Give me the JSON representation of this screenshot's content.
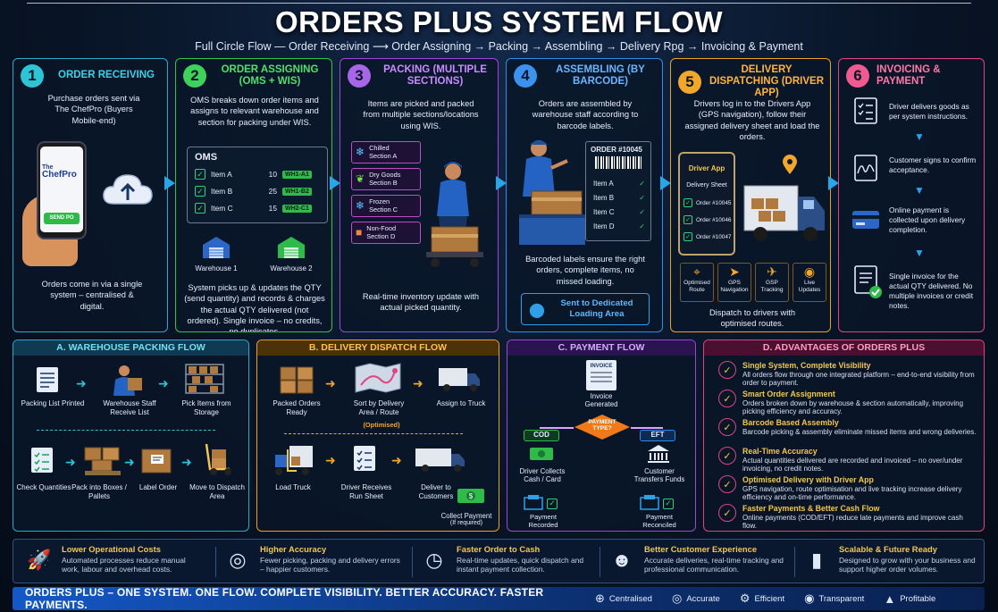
{
  "header": {
    "title": "ORDERS PLUS SYSTEM FLOW",
    "subtitle": "Full Circle Flow — Order Receiving ⟶ Order Assigning → Packing → Assembling → Delivery Rpg → Invoicing & Payment"
  },
  "colors": {
    "receiving": "#2aa9c9",
    "assigning": "#33c24b",
    "packing": "#9a4ad0",
    "assembling": "#2f8ce6",
    "dispatch": "#f0a020",
    "invoicing": "#e0447f",
    "gold": "#f2c84b"
  },
  "steps": {
    "receiving": {
      "num": "1",
      "title": "ORDER RECEIVING",
      "text": "Purchase orders sent via The ChefPro (Buyers Mobile-end)",
      "phone_brand_1": "The",
      "phone_brand_2": "ChefPro",
      "phone_button": "SEND PO",
      "bottom_text": "Orders come in via a single system – centralised & digital."
    },
    "assigning": {
      "num": "2",
      "title": "ORDER ASSIGNING (OMS + WIS)",
      "text": "OMS breaks down order items and assigns to relevant warehouse and section for packing under WIS.",
      "oms_title": "OMS",
      "oms_rows": [
        {
          "item": "Item A",
          "qty": "10",
          "wh": "WH1-A1"
        },
        {
          "item": "Item B",
          "qty": "25",
          "wh": "WH1-B2"
        },
        {
          "item": "Item C",
          "qty": "15",
          "wh": "WH2-C1"
        }
      ],
      "warehouse_1": "Warehouse 1",
      "warehouse_2": "Warehouse 2",
      "bottom_text": "System picks up & updates the QTY (send quantity) and records & charges the actual QTY delivered (not ordered). Single invoice – no credits, no duplicates."
    },
    "packing": {
      "num": "3",
      "title": "PACKING (MULTIPLE SECTIONS)",
      "text": "Items are picked and packed from multiple sections/locations using WIS.",
      "sections": [
        {
          "l1": "Chilled",
          "l2": "Section A",
          "icon": "❄"
        },
        {
          "l1": "Dry Goods",
          "l2": "Section B",
          "icon": "❦"
        },
        {
          "l1": "Frozen",
          "l2": "Section C",
          "icon": "❄"
        },
        {
          "l1": "Non-Food",
          "l2": "Section D",
          "icon": "■"
        }
      ],
      "bottom_text": "Real-time inventory update with actual picked quantity."
    },
    "assembling": {
      "num": "4",
      "title": "ASSEMBLING (BY BARCODE)",
      "text": "Orders are assembled by warehouse staff according to barcode labels.",
      "order_no": "ORDER #10045",
      "items": [
        "Item A",
        "Item B",
        "Item C",
        "Item D"
      ],
      "bottom_text": "Barcoded labels ensure the right orders, complete items, no missed loading.",
      "loading_area": "Sent to Dedicated Loading Area"
    },
    "dispatch": {
      "num": "5",
      "title": "DELIVERY DISPATCHING (DRIVER APP)",
      "text": "Drivers log in to the Drivers App (GPS navigation), follow their assigned delivery sheet and load the orders.",
      "app_title": "Driver App",
      "sheet_title": "Delivery Sheet",
      "orders": [
        "Order #10045",
        "Order #10046",
        "Order #10047"
      ],
      "features": [
        {
          "label": "Optimised Route",
          "icon": "⌖"
        },
        {
          "label": "GPS Navigation",
          "icon": "➤"
        },
        {
          "label": "GSP Tracking",
          "icon": "✈"
        },
        {
          "label": "Live Updates",
          "icon": "◉"
        }
      ],
      "bottom_text": "Dispatch to drivers with optimised routes."
    },
    "invoicing": {
      "num": "6",
      "title": "INVOICING & PAYMENT",
      "steps": [
        "Driver delivers goods as per system instructions.",
        "Customer signs to confirm acceptance.",
        "Online payment is collected upon delivery completion.",
        "Single invoice for the actual QTY delivered. No multiple invoices or credit notes."
      ]
    }
  },
  "flows": {
    "warehouse": {
      "title": "A. WAREHOUSE PACKING FLOW",
      "row1": [
        "Packing List Printed",
        "Warehouse Staff Receive List",
        "Pick Items from Storage"
      ],
      "row2": [
        "Check Quantities",
        "Pack into Boxes / Pallets",
        "Label Order",
        "Move to Dispatch Area"
      ]
    },
    "dispatch": {
      "title": "B. DELIVERY DISPATCH FLOW",
      "row1": [
        "Packed Orders Ready",
        "Sort by Delivery Area / Route",
        "Assign to Truck"
      ],
      "optimised": "(Optimised)",
      "row2": [
        "Load Truck",
        "Driver Receives Run Sheet",
        "Deliver to Customers"
      ],
      "collect": "Collect Payment",
      "collect_note": "(If required)"
    },
    "payment": {
      "title": "C. PAYMENT FLOW",
      "invoice_word": "INVOICE",
      "invoice_generated": "Invoice Generated",
      "decision": "PAYMENT TYPE?",
      "cod": "COD",
      "eft": "EFT",
      "cod_text": "Driver Collects Cash / Card",
      "eft_text": "Customer Transfers Funds",
      "cod_result": "Payment Recorded",
      "eft_result": "Payment Reconciled"
    },
    "advantages": {
      "title": "D. ADVANTAGES OF ORDERS PLUS",
      "items": [
        {
          "title": "Single System, Complete Visibility",
          "text": "All orders flow through one integrated platform – end-to-end visibility from order to payment."
        },
        {
          "title": "Smart Order Assignment",
          "text": "Orders broken down by warehouse & section automatically, improving picking efficiency and accuracy."
        },
        {
          "title": "Barcode Based Assembly",
          "text": "Barcode picking & assembly eliminate missed items and wrong deliveries."
        },
        {
          "title": "Real-Time Accuracy",
          "text": "Actual quantities delivered are recorded and invoiced – no over/under invoicing, no credit notes."
        },
        {
          "title": "Optimised Delivery with Driver App",
          "text": "GPS navigation, route optimisation and live tracking increase delivery efficiency and on-time performance."
        },
        {
          "title": "Faster Payments & Better Cash Flow",
          "text": "Online payments (COD/EFT) reduce late payments and improve cash flow."
        }
      ]
    }
  },
  "benefits": [
    {
      "title": "Lower Operational Costs",
      "text": "Automated processes reduce manual work, labour and overhead costs.",
      "icon": "rocket-icon"
    },
    {
      "title": "Higher Accuracy",
      "text": "Fewer picking, packing and delivery errors – happier customers.",
      "icon": "target-icon"
    },
    {
      "title": "Faster Order to Cash",
      "text": "Real-time updates, quick dispatch and instant payment collection.",
      "icon": "stopwatch-icon"
    },
    {
      "title": "Better Customer Experience",
      "text": "Accurate deliveries, real-time tracking and professional communication.",
      "icon": "people-icon"
    },
    {
      "title": "Scalable & Future Ready",
      "text": "Designed to grow with your business and support higher order volumes.",
      "icon": "growth-chart-icon"
    }
  ],
  "footer": {
    "tagline": "ORDERS PLUS – ONE SYSTEM. ONE FLOW. COMPLETE VISIBILITY. BETTER ACCURACY. FASTER PAYMENTS.",
    "items": [
      {
        "label": "Centralised",
        "icon": "⊕"
      },
      {
        "label": "Accurate",
        "icon": "◎"
      },
      {
        "label": "Efficient",
        "icon": "⚙"
      },
      {
        "label": "Transparent",
        "icon": "◉"
      },
      {
        "label": "Profitable",
        "icon": "▲"
      }
    ]
  }
}
